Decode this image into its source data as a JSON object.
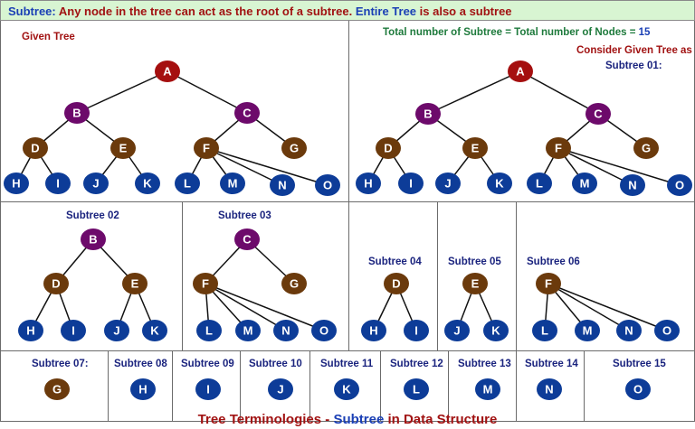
{
  "header": {
    "term": "Subtree:",
    "definition": " Any node in the tree can act as the root of a subtree. ",
    "entire_tree": "Entire Tree",
    "suffix": " is also a subtree"
  },
  "labels": {
    "given_tree": "Given Tree",
    "total_text": "Total number of Subtree = Total number of Nodes = ",
    "total_value": "15",
    "consider": "Consider Given Tree as",
    "subtree_01": "Subtree 01:",
    "subtree_02": "Subtree 02",
    "subtree_03": "Subtree 03",
    "subtree_04": "Subtree 04",
    "subtree_05": "Subtree 05",
    "subtree_06": "Subtree 06",
    "subtree_07": "Subtree 07:",
    "subtree_08": "Subtree 08",
    "subtree_09": "Subtree 09",
    "subtree_10": "Subtree 10",
    "subtree_11": "Subtree 11",
    "subtree_12": "Subtree 12",
    "subtree_13": "Subtree 13",
    "subtree_14": "Subtree 14",
    "subtree_15": "Subtree 15"
  },
  "footer": {
    "part1": "Tree Terminologies - ",
    "part2": "Subtree",
    "part3": " in Data Structure"
  },
  "colors": {
    "root": "#a50f0f",
    "level1": "#6d0a6b",
    "level2": "#6b3a0c",
    "leaf": "#0d3c98",
    "header_bg": "#d8f5d2"
  },
  "tree": {
    "nodes": [
      "A",
      "B",
      "C",
      "D",
      "E",
      "F",
      "G",
      "H",
      "I",
      "J",
      "K",
      "L",
      "M",
      "N",
      "O"
    ],
    "edges": [
      [
        "A",
        "B"
      ],
      [
        "A",
        "C"
      ],
      [
        "B",
        "D"
      ],
      [
        "B",
        "E"
      ],
      [
        "C",
        "F"
      ],
      [
        "C",
        "G"
      ],
      [
        "D",
        "H"
      ],
      [
        "D",
        "I"
      ],
      [
        "E",
        "J"
      ],
      [
        "E",
        "K"
      ],
      [
        "F",
        "L"
      ],
      [
        "F",
        "M"
      ],
      [
        "F",
        "N"
      ],
      [
        "F",
        "O"
      ]
    ]
  }
}
